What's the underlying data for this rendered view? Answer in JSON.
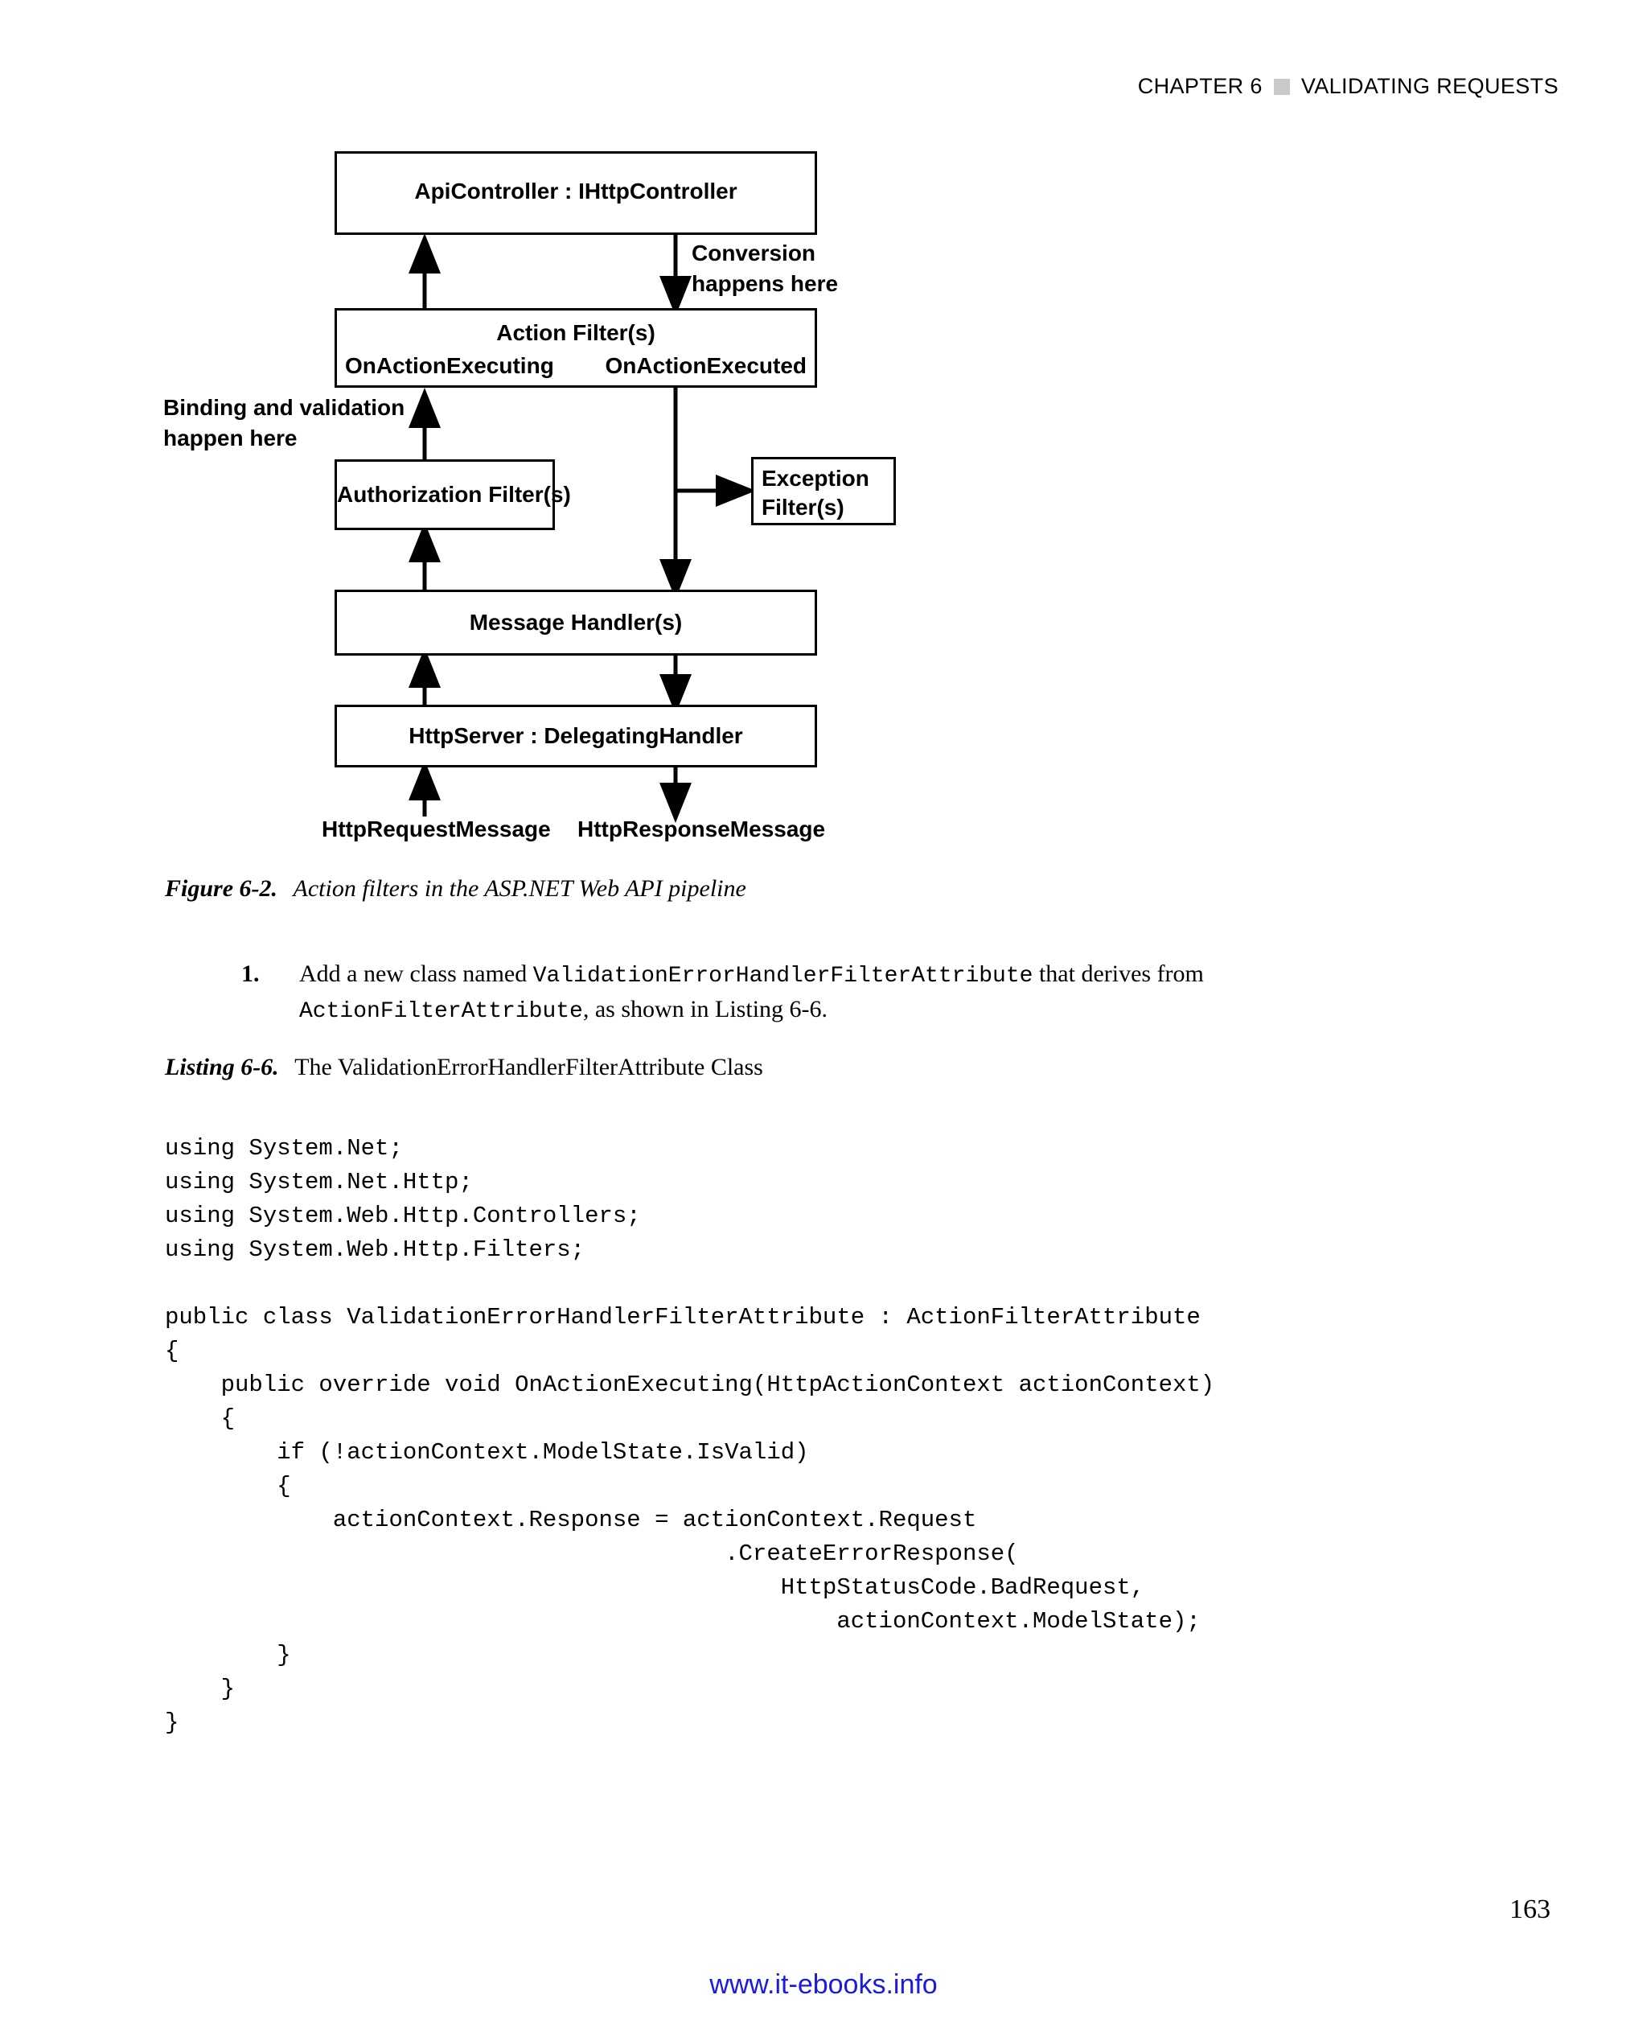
{
  "header": {
    "chapter": "CHAPTER 6",
    "title": "VALIDATING REQUESTS",
    "separator_icon": "gray-square"
  },
  "figure": {
    "boxes": [
      {
        "id": "api-controller",
        "label": "ApiController : IHttpController"
      },
      {
        "id": "action-filters",
        "label": "Action Filter(s)",
        "left_label": "OnActionExecuting",
        "right_label": "OnActionExecuted"
      },
      {
        "id": "authorization-filters",
        "label": "Authorization Filter(s)"
      },
      {
        "id": "exception-filters",
        "label_line1": "Exception",
        "label_line2": "Filter(s)"
      },
      {
        "id": "message-handlers",
        "label": "Message Handler(s)"
      },
      {
        "id": "http-server",
        "label": "HttpServer : DelegatingHandler"
      }
    ],
    "annotations": {
      "conversion_line1": "Conversion",
      "conversion_line2": "happens here",
      "binding_line1": "Binding and validation",
      "binding_line2": "happen here",
      "request_message": "HttpRequestMessage",
      "response_message": "HttpResponseMessage"
    },
    "caption_label": "Figure 6-2.",
    "caption_text": "Action filters in the ASP.NET Web API pipeline"
  },
  "step": {
    "number": "1.",
    "text_part1": "Add a new class named ",
    "code1": "ValidationErrorHandlerFilterAttribute",
    "text_part2": " that derives from ",
    "code2": "ActionFilterAttribute",
    "text_part3": ", as shown in Listing 6-6."
  },
  "listing": {
    "label": "Listing 6-6.",
    "title": "The ValidationErrorHandlerFilterAttribute Class",
    "code": "using System.Net;\nusing System.Net.Http;\nusing System.Web.Http.Controllers;\nusing System.Web.Http.Filters;\n\npublic class ValidationErrorHandlerFilterAttribute : ActionFilterAttribute\n{\n    public override void OnActionExecuting(HttpActionContext actionContext)\n    {\n        if (!actionContext.ModelState.IsValid)\n        {\n            actionContext.Response = actionContext.Request\n                                        .CreateErrorResponse(\n                                            HttpStatusCode.BadRequest,\n                                                actionContext.ModelState);\n        }\n    }\n}"
  },
  "footer": {
    "page_number": "163",
    "watermark": "www.it-ebooks.info"
  }
}
